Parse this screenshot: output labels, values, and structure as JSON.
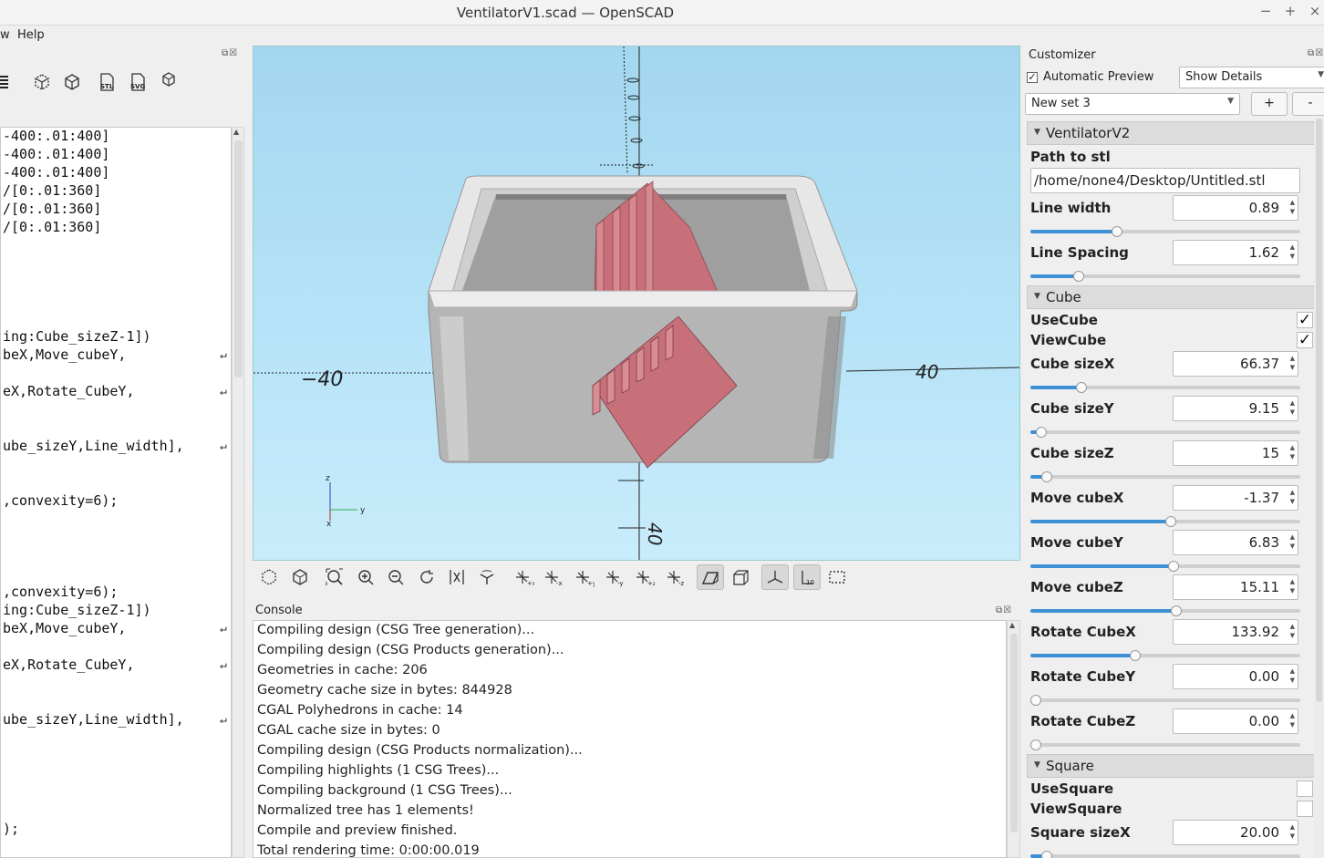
{
  "window": {
    "title": "VentilatorV1.scad — OpenSCAD",
    "controls": [
      "−",
      "+",
      "×"
    ]
  },
  "menu": {
    "items": [
      "w",
      "Help"
    ]
  },
  "editor": {
    "lines": [
      "-400:.01:400]",
      "-400:.01:400]",
      "-400:.01:400]",
      "/[0:.01:360]",
      "/[0:.01:360]",
      "/[0:.01:360]",
      "ing:Cube_sizeZ-1])",
      "beX,Move_cubeY,",
      "eX,Rotate_CubeY,",
      "ube_sizeY,Line_width],",
      ",convexity=6);",
      ",convexity=6);",
      "ing:Cube_sizeZ-1])",
      "beX,Move_cubeY,",
      "eX,Rotate_CubeY,",
      "ube_sizeY,Line_width],",
      ");"
    ]
  },
  "viewport": {
    "axis_labels": {
      "neg_x": "−40",
      "pos_x": "40",
      "neg_y": "40",
      "axes_z": "z",
      "axes_y": "y",
      "axes_x": "x"
    },
    "colors": {
      "sky": "#a3d7ef",
      "box": "#b8b8b8",
      "fins": "#c8707a"
    }
  },
  "console": {
    "title": "Console",
    "lines": [
      "Compiling design (CSG Tree generation)...",
      "Compiling design (CSG Products generation)...",
      "Geometries in cache: 206",
      "Geometry cache size in bytes: 844928",
      "CGAL Polyhedrons in cache: 14",
      "CGAL cache size in bytes: 0",
      "Compiling design (CSG Products normalization)...",
      "Compiling highlights (1 CSG Trees)...",
      "Compiling background (1 CSG Trees)...",
      "Normalized tree has 1 elements!",
      "Compile and preview finished.",
      "Total rendering time: 0:00:00.019"
    ]
  },
  "customizer": {
    "title": "Customizer",
    "auto_preview_label": "Automatic Preview",
    "auto_preview_checked": true,
    "details_select": "Show Details",
    "preset_select": "New set 3",
    "add_label": "+",
    "remove_label": "-",
    "groups": {
      "ventilator": "VentilatorV2",
      "cube": "Cube",
      "square": "Square"
    },
    "path_label": "Path to stl",
    "path_value": "/home/none4/Desktop/Untitled.stl",
    "params": {
      "line_width": {
        "label": "Line width",
        "value": "0.89",
        "fraction": 0.32
      },
      "line_spacing": {
        "label": "Line Spacing",
        "value": "1.62",
        "fraction": 0.18
      },
      "use_cube": {
        "label": "UseCube",
        "checked": true
      },
      "view_cube": {
        "label": "ViewCube",
        "checked": true
      },
      "cube_size_x": {
        "label": "Cube sizeX",
        "value": "66.37",
        "fraction": 0.19
      },
      "cube_size_y": {
        "label": "Cube sizeY",
        "value": "9.15",
        "fraction": 0.04
      },
      "cube_size_z": {
        "label": "Cube sizeZ",
        "value": "15",
        "fraction": 0.06
      },
      "move_cube_x": {
        "label": "Move cubeX",
        "value": "-1.37",
        "fraction": 0.52
      },
      "move_cube_y": {
        "label": "Move cubeY",
        "value": "6.83",
        "fraction": 0.53
      },
      "move_cube_z": {
        "label": "Move cubeZ",
        "value": "15.11",
        "fraction": 0.54
      },
      "rotate_cube_x": {
        "label": "Rotate CubeX",
        "value": "133.92",
        "fraction": 0.39
      },
      "rotate_cube_y": {
        "label": "Rotate CubeY",
        "value": "0.00",
        "fraction": 0.02
      },
      "rotate_cube_z": {
        "label": "Rotate CubeZ",
        "value": "0.00",
        "fraction": 0.02
      },
      "use_square": {
        "label": "UseSquare",
        "checked": false
      },
      "view_square": {
        "label": "ViewSquare",
        "checked": false
      },
      "square_size_x": {
        "label": "Square sizeX",
        "value": "20.00",
        "fraction": 0.06
      }
    }
  }
}
